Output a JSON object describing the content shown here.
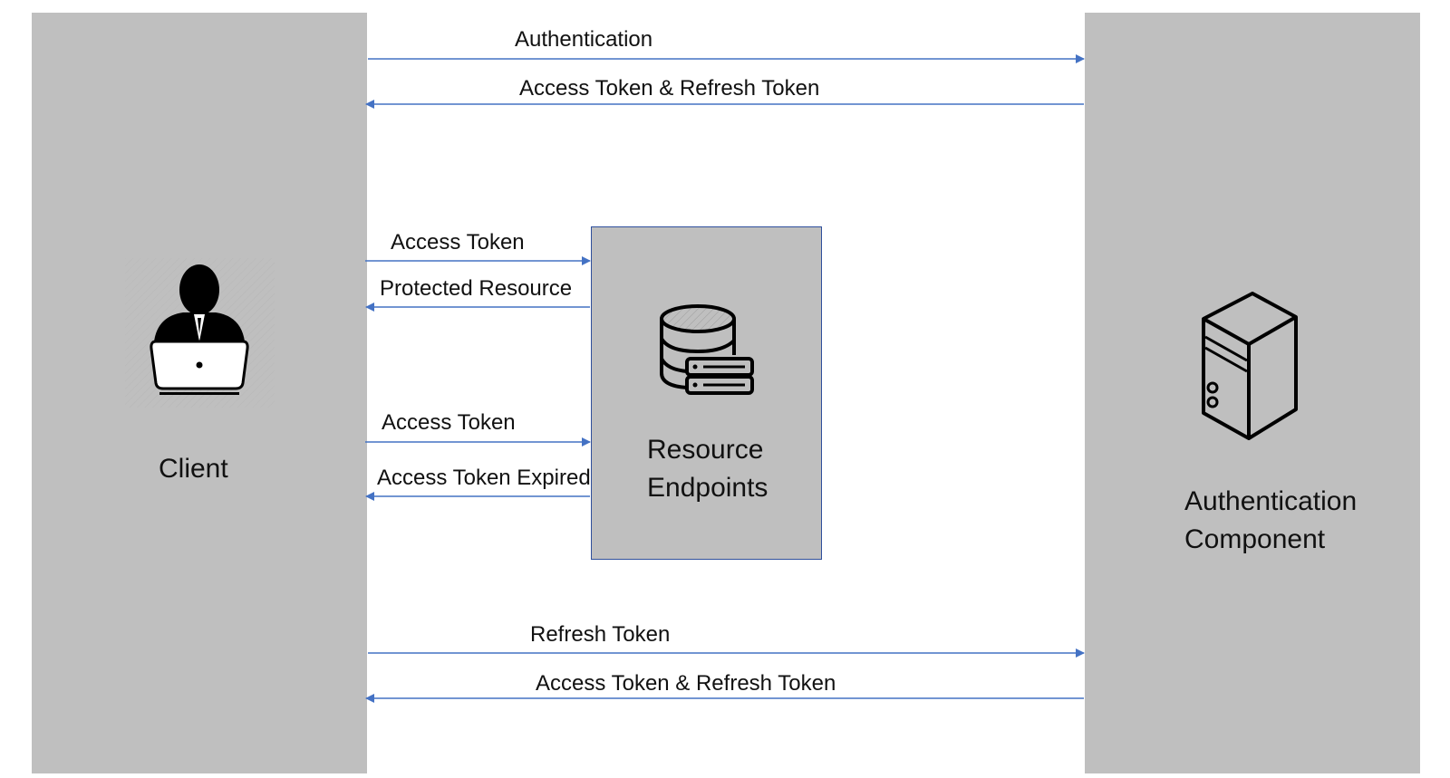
{
  "client": {
    "label": "Client"
  },
  "auth_component": {
    "label_line1": "Authentication",
    "label_line2": "Component"
  },
  "resource": {
    "label_line1": "Resource",
    "label_line2": "Endpoints"
  },
  "messages": {
    "authentication": "Authentication",
    "access_refresh_1": "Access Token & Refresh Token",
    "access_token_1": "Access Token",
    "protected_resource": "Protected Resource",
    "access_token_2": "Access Token",
    "access_token_expired": "Access Token Expired",
    "refresh_token": "Refresh Token",
    "access_refresh_2": "Access Token & Refresh Token"
  },
  "icons": {
    "client": "user-laptop-icon",
    "resource": "database-server-icon",
    "auth": "server-tower-icon"
  },
  "colors": {
    "panel": "#bfbfbf",
    "arrow": "#4472c4",
    "border": "#2f4f9c"
  }
}
